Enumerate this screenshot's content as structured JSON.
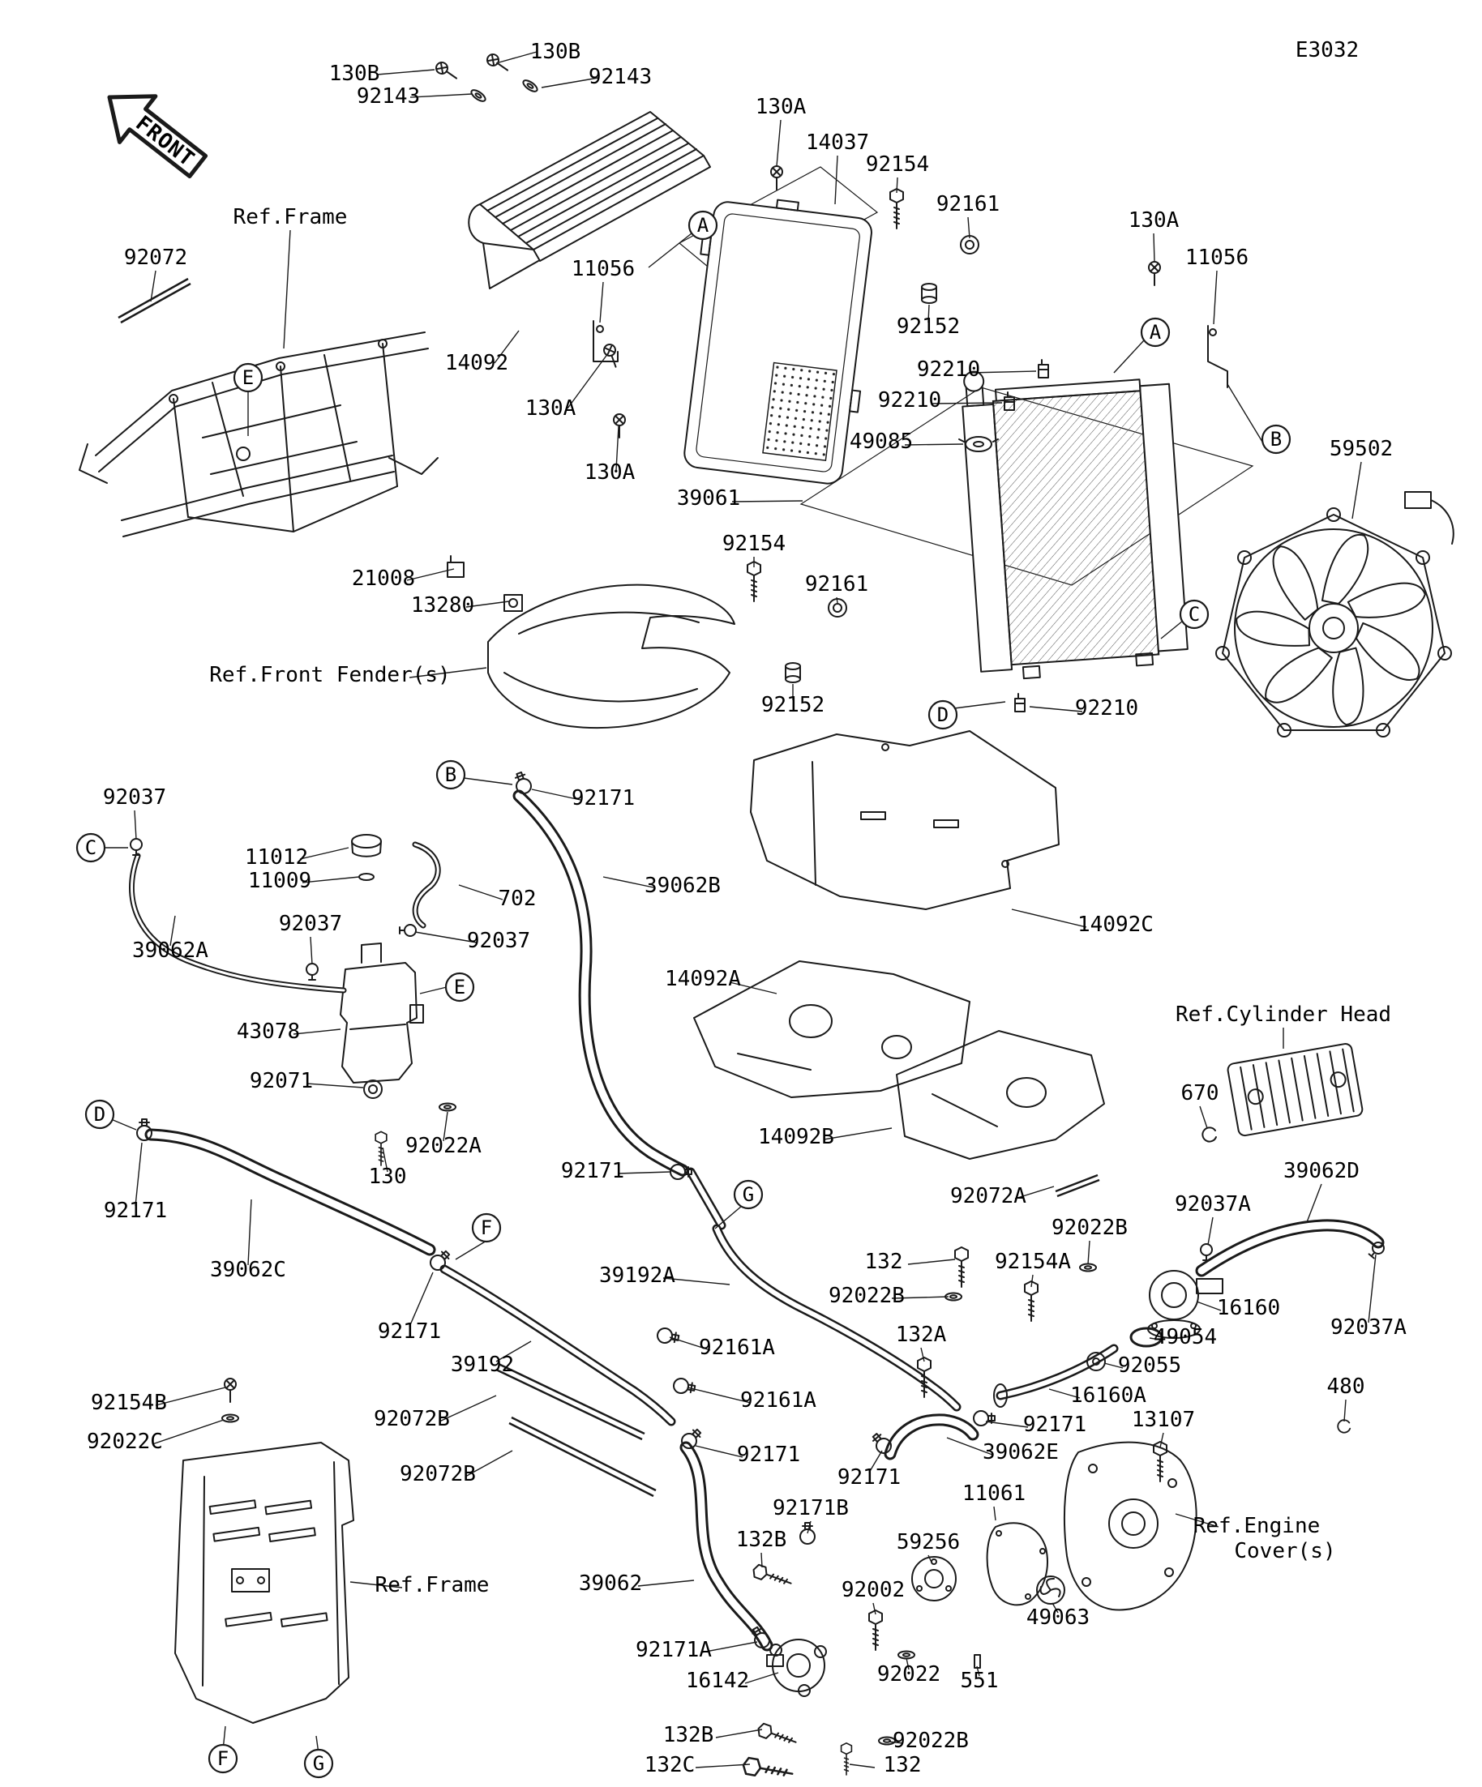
{
  "page": {
    "code": "E3032"
  },
  "front_arrow": {
    "label": "FRONT"
  },
  "labels": [
    "130B",
    "92143",
    "130B",
    "92143",
    "130A",
    "14037",
    "92154",
    "92161",
    "130A",
    "11056",
    "Ref.Frame",
    "92072",
    "11056",
    "14092",
    "130A",
    "92152",
    "92210",
    "92210",
    "49085",
    "39061",
    "59502",
    "130A",
    "92154",
    "92161",
    "21008",
    "13280",
    "Ref.Front Fender(s)",
    "92152",
    "92210",
    "92171",
    "92037",
    "11012",
    "11009",
    "702",
    "39062B",
    "92037",
    "92037",
    "39062A",
    "14092C",
    "14092A",
    "Ref.Cylinder Head",
    "43078",
    "92071",
    "670",
    "92022A",
    "130",
    "92171",
    "14092B",
    "39062D",
    "92072A",
    "92037A",
    "92022B",
    "92171",
    "39062C",
    "132",
    "92154A",
    "16160",
    "92022B",
    "39192A",
    "49054",
    "92055",
    "92037A",
    "132A",
    "16160A",
    "480",
    "92171",
    "39192",
    "92161A",
    "92161A",
    "92171",
    "13107",
    "39062E",
    "92154B",
    "92022C",
    "92072B",
    "92072B",
    "92171",
    "92171",
    "92171B",
    "11061",
    "132B",
    "59256",
    "92002",
    "39062",
    "49063",
    "Ref.Frame",
    "92171A",
    "16142",
    "92022",
    "551",
    "132B",
    "92022B",
    "132C",
    "132",
    "Ref.Engine",
    "Cover(s)"
  ],
  "callouts": [
    "A",
    "A",
    "B",
    "C",
    "D",
    "E",
    "B",
    "C",
    "E",
    "D",
    "G",
    "F",
    "F",
    "G"
  ]
}
